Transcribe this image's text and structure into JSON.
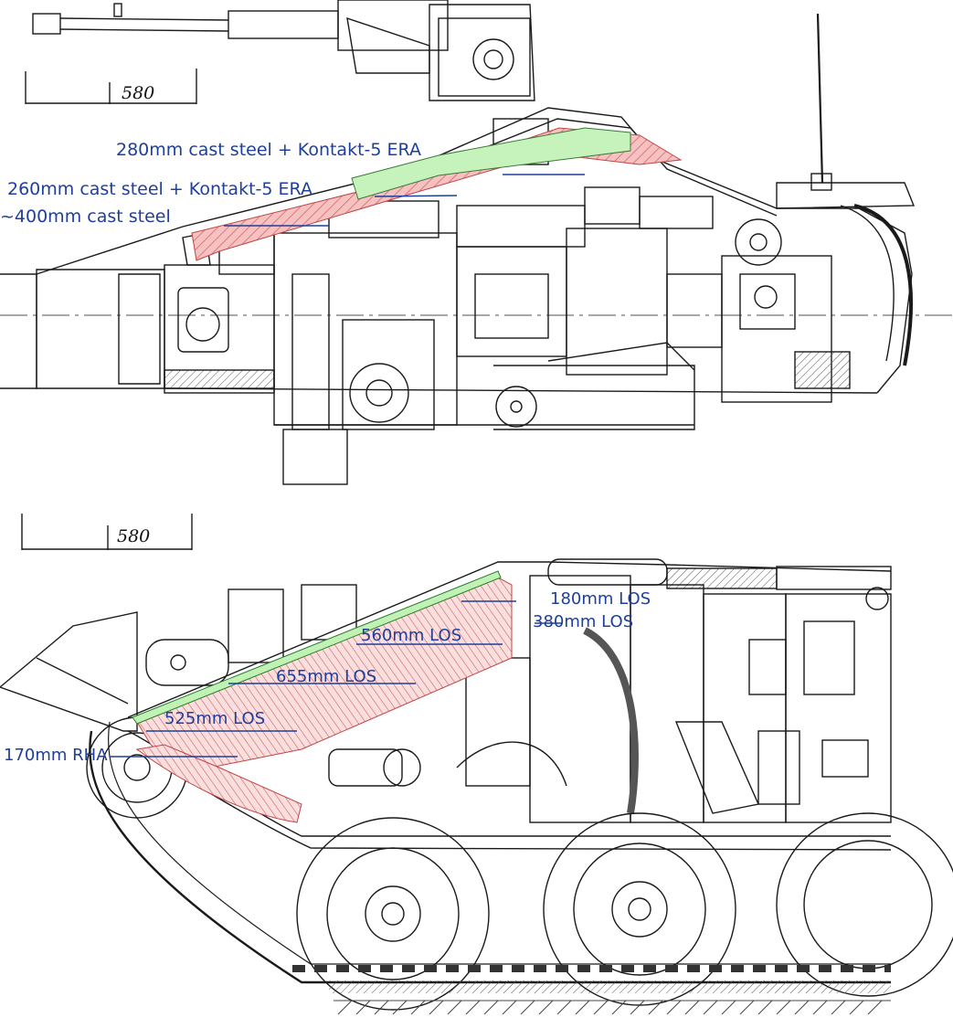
{
  "turret_section": {
    "scale_label": "580",
    "annotations": [
      {
        "id": "upper-plate",
        "text": "280mm cast steel  + Kontakt-5 ERA"
      },
      {
        "id": "middle-plate",
        "text": "260mm cast steel  + Kontakt-5 ERA"
      },
      {
        "id": "front-cheek",
        "text": "~400mm cast steel"
      }
    ]
  },
  "hull_section": {
    "scale_label": "580",
    "annotations": [
      {
        "id": "los-180",
        "text": "180mm LOS"
      },
      {
        "id": "los-380",
        "text": "380mm LOS"
      },
      {
        "id": "los-560",
        "text": "560mm LOS"
      },
      {
        "id": "los-655",
        "text": "655mm LOS"
      },
      {
        "id": "los-525",
        "text": "525mm LOS"
      },
      {
        "id": "rha-170",
        "text": "170mm RHA"
      }
    ]
  },
  "colors": {
    "annotation_text": "#1f3f9c",
    "era_fill": "#bff2b4",
    "armor_hatch": "#f2a7a7",
    "line_art": "#1a1a1a"
  }
}
